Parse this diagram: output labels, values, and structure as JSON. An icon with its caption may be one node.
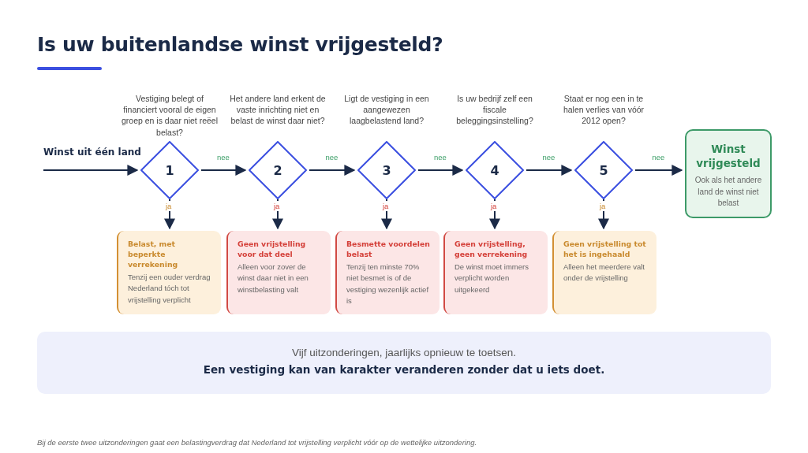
{
  "diagram": {
    "title": "Is uw buitenlandse winst vrijgesteld?",
    "nodes": [
      {
        "text": [
          "1"
        ],
        "beside": [
          "Vestiging belegt of financiert vooral de eigen groep en is daar niet reëel belast?"
        ]
      },
      {
        "text": [
          "2"
        ],
        "beside": [
          "Het andere land erkent de vaste inrichting niet en belast de winst daar niet?"
        ]
      },
      {
        "text": [
          "3"
        ],
        "beside": [
          "Ligt de vestiging in een aangewezen laagbelastend land?"
        ]
      },
      {
        "text": [
          "4"
        ],
        "beside": [
          "Is uw bedrijf zelf een fiscale beleggingsinstelling?"
        ]
      },
      {
        "text": [
          "5"
        ],
        "beside": [
          "Staat er nog een in te halen verlies van vóór 2012 open?"
        ]
      },
      {
        "text": [
          "Winst vrijgesteld",
          "Ook als het andere land de winst niet belast"
        ]
      },
      {
        "text": [
          "Belast, met beperkte verrekening",
          "Tenzij een ouder verdrag Nederland tóch tot vrijstelling verplicht"
        ]
      },
      {
        "text": [
          "Geen vrijstelling voor dat deel",
          "Alleen voor zover de winst daar niet in een winstbelasting valt"
        ]
      },
      {
        "text": [
          "Besmette voordelen belast",
          "Tenzij ten minste 70% niet besmet is of de vestiging wezenlijk actief is"
        ]
      },
      {
        "text": [
          "Geen vrijstelling, geen verrekening",
          "De winst moet immers verplicht worden uitgekeerd"
        ]
      },
      {
        "text": [
          "Geen vrijstelling tot het is ingehaald",
          "Alleen het meerdere valt onder de vrijstelling"
        ]
      },
      {
        "text": [
          "Vijf uitzonderingen, jaarlijks opnieuw te toetsen.",
          "Een vestiging kan van karakter veranderen zonder dat u iets doet."
        ]
      }
    ],
    "edges": [
      {
        "from": null,
        "to": 0,
        "arrow": "to",
        "label": "Winst uit één land"
      },
      {
        "from": 0,
        "to": 1,
        "arrow": "to",
        "label": "nee"
      },
      {
        "from": 1,
        "to": 2,
        "arrow": "to",
        "label": "nee"
      },
      {
        "from": 2,
        "to": 3,
        "arrow": "to",
        "label": "nee"
      },
      {
        "from": 3,
        "to": 4,
        "arrow": "to",
        "label": "nee"
      },
      {
        "from": 4,
        "to": 5,
        "arrow": "to",
        "label": "nee"
      },
      {
        "from": 0,
        "to": 6,
        "arrow": "to",
        "label": "ja"
      },
      {
        "from": 1,
        "to": 7,
        "arrow": "to",
        "label": "ja"
      },
      {
        "from": 2,
        "to": 8,
        "arrow": "to",
        "label": "ja"
      },
      {
        "from": 3,
        "to": 9,
        "arrow": "to",
        "label": "ja"
      },
      {
        "from": 4,
        "to": 10,
        "arrow": "to",
        "label": "ja"
      }
    ],
    "labels": [
      "Bij de eerste twee uitzonderingen gaat een belastingverdrag dat Nederland tot vrijstelling verplicht vóór op de wettelijke uitzondering."
    ]
  }
}
